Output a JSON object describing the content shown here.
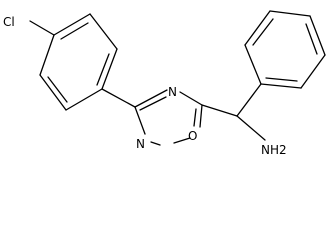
{
  "molecule": {
    "atoms": {
      "chlorine": "Cl",
      "ring_nitrogen_top": "N",
      "ring_nitrogen_bottom": "N",
      "ring_oxygen": "O",
      "amine": "NH2"
    }
  }
}
